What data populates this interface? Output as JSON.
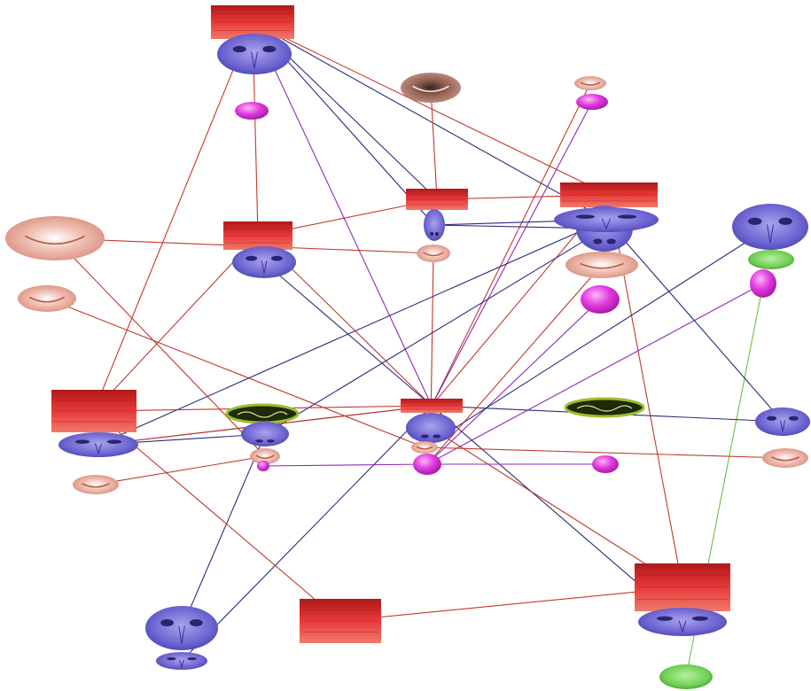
{
  "title": "",
  "colors": {
    "background": "#ffffff",
    "link_red": "#c0392b",
    "link_navy": "#2c2c7a",
    "link_purple": "#8e2ab5",
    "link_green": "#6fbf3f",
    "forehead": "#e02a2a",
    "face_blue": "#6b63cf",
    "mouth_pink": "#e8a2a2",
    "blob_magenta": "#e23be0",
    "blob_green": "#6fcf52",
    "ellipse_olive": "#9bbf2a"
  },
  "parts": [
    {
      "id": "p1",
      "kind": "forehead"
    },
    {
      "id": "p2",
      "kind": "face"
    },
    {
      "id": "p3",
      "kind": "blob-magenta"
    },
    {
      "id": "p4",
      "kind": "mouth-real"
    },
    {
      "id": "p5",
      "kind": "mouth"
    },
    {
      "id": "p6",
      "kind": "blob-magenta"
    },
    {
      "id": "p7",
      "kind": "forehead"
    },
    {
      "id": "p8",
      "kind": "nose"
    },
    {
      "id": "p9",
      "kind": "mouth"
    },
    {
      "id": "p10",
      "kind": "forehead"
    },
    {
      "id": "p11",
      "kind": "face"
    },
    {
      "id": "p12",
      "kind": "mouth"
    },
    {
      "id": "p13",
      "kind": "forehead"
    },
    {
      "id": "p14",
      "kind": "nose"
    },
    {
      "id": "p15",
      "kind": "blob-magenta"
    },
    {
      "id": "p16",
      "kind": "face"
    },
    {
      "id": "p17",
      "kind": "blob-green"
    },
    {
      "id": "p18",
      "kind": "blob-magenta"
    },
    {
      "id": "p19",
      "kind": "face"
    },
    {
      "id": "p20",
      "kind": "mouth"
    },
    {
      "id": "p21",
      "kind": "forehead"
    },
    {
      "id": "p22",
      "kind": "face"
    },
    {
      "id": "p23",
      "kind": "mouth"
    },
    {
      "id": "p24",
      "kind": "ellipse-olive"
    },
    {
      "id": "p25",
      "kind": "nose"
    },
    {
      "id": "p26",
      "kind": "mouth"
    },
    {
      "id": "p27",
      "kind": "blob-magenta"
    },
    {
      "id": "p28",
      "kind": "forehead"
    },
    {
      "id": "p29",
      "kind": "nose"
    },
    {
      "id": "p30",
      "kind": "mouth"
    },
    {
      "id": "p31",
      "kind": "blob-magenta"
    },
    {
      "id": "p32",
      "kind": "ellipse-olive"
    },
    {
      "id": "p33",
      "kind": "face"
    },
    {
      "id": "p34",
      "kind": "mouth"
    },
    {
      "id": "p35",
      "kind": "blob-magenta"
    },
    {
      "id": "p36",
      "kind": "forehead"
    },
    {
      "id": "p37",
      "kind": "face"
    },
    {
      "id": "p38",
      "kind": "face"
    },
    {
      "id": "p39",
      "kind": "mouth"
    },
    {
      "id": "p40",
      "kind": "forehead"
    },
    {
      "id": "p41",
      "kind": "face"
    },
    {
      "id": "p42",
      "kind": "blob-green"
    }
  ],
  "links": [
    {
      "from": "p1",
      "to": "p10",
      "color": "red"
    },
    {
      "from": "p1",
      "to": "p13",
      "color": "red"
    },
    {
      "from": "p1",
      "to": "p7",
      "color": "navy"
    },
    {
      "from": "p1",
      "to": "p16",
      "color": "navy"
    },
    {
      "from": "p1",
      "to": "p21",
      "color": "red"
    },
    {
      "from": "p1",
      "to": "p28",
      "color": "purple"
    },
    {
      "from": "p1",
      "to": "p8",
      "color": "navy"
    },
    {
      "from": "p4",
      "to": "p7",
      "color": "red"
    },
    {
      "from": "p5",
      "to": "p28",
      "color": "red"
    },
    {
      "from": "p6",
      "to": "p28",
      "color": "purple"
    },
    {
      "from": "p7",
      "to": "p10",
      "color": "red"
    },
    {
      "from": "p7",
      "to": "p13",
      "color": "red"
    },
    {
      "from": "p8",
      "to": "p14",
      "color": "navy"
    },
    {
      "from": "p8",
      "to": "p16",
      "color": "navy"
    },
    {
      "from": "p9",
      "to": "p39",
      "color": "red"
    },
    {
      "from": "p9",
      "to": "p29",
      "color": "red"
    },
    {
      "from": "p10",
      "to": "p21",
      "color": "red"
    },
    {
      "from": "p10",
      "to": "p28",
      "color": "red"
    },
    {
      "from": "p11",
      "to": "p28",
      "color": "navy"
    },
    {
      "from": "p12",
      "to": "p30",
      "color": "red"
    },
    {
      "from": "p13",
      "to": "p40",
      "color": "red"
    },
    {
      "from": "p13",
      "to": "p28",
      "color": "red"
    },
    {
      "from": "p14",
      "to": "p25",
      "color": "navy"
    },
    {
      "from": "p15",
      "to": "p31",
      "color": "purple"
    },
    {
      "from": "p16",
      "to": "p22",
      "color": "navy"
    },
    {
      "from": "p18",
      "to": "p31",
      "color": "purple"
    },
    {
      "from": "p18",
      "to": "p42",
      "color": "green"
    },
    {
      "from": "p21",
      "to": "p28",
      "color": "red"
    },
    {
      "from": "p22",
      "to": "p28",
      "color": "navy"
    },
    {
      "from": "p22",
      "to": "p25",
      "color": "navy"
    },
    {
      "from": "p23",
      "to": "p26",
      "color": "red"
    },
    {
      "from": "p25",
      "to": "p37",
      "color": "navy"
    },
    {
      "from": "p26",
      "to": "p39",
      "color": "red"
    },
    {
      "from": "p27",
      "to": "p31",
      "color": "purple"
    },
    {
      "from": "p28",
      "to": "p33",
      "color": "navy"
    },
    {
      "from": "p28",
      "to": "p38",
      "color": "navy"
    },
    {
      "from": "p28",
      "to": "p41",
      "color": "navy"
    },
    {
      "from": "p30",
      "to": "p34",
      "color": "red"
    },
    {
      "from": "p31",
      "to": "p35",
      "color": "purple"
    },
    {
      "from": "p21",
      "to": "p36",
      "color": "red"
    },
    {
      "from": "p36",
      "to": "p40",
      "color": "red"
    },
    {
      "from": "p20",
      "to": "p31",
      "color": "red"
    },
    {
      "from": "p16",
      "to": "p33",
      "color": "navy"
    },
    {
      "from": "p19",
      "to": "p30",
      "color": "navy"
    },
    {
      "from": "p22",
      "to": "p28",
      "color": "red"
    },
    {
      "from": "p29",
      "to": "p40",
      "color": "red"
    }
  ]
}
